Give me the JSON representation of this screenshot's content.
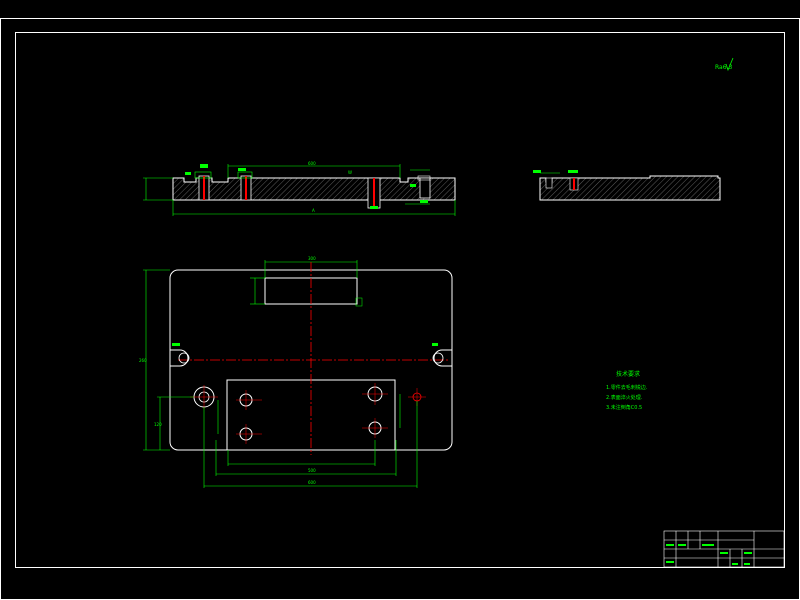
{
  "roughness": {
    "symbol_text": "Ra6.3"
  },
  "dimensions": {
    "top_view_top_length": "600",
    "top_view_overall_length": "A",
    "top_view_mid_label": "W",
    "plan_slot_width": "300",
    "plan_inner_width": "500",
    "plan_overall_width": "600",
    "plan_height": "260",
    "plan_inner_height": "120"
  },
  "tech_notes": {
    "title": "技术要求",
    "lines": [
      "1.零件去毛刺锐边.",
      "2.表面淬火处理.",
      "3.未注倒角C0.5"
    ]
  },
  "title_block": {
    "cells": [
      "",
      "",
      "",
      "",
      "",
      "",
      "",
      "",
      "",
      "",
      "",
      ""
    ]
  },
  "colors": {
    "background": "#000000",
    "frame": "#ffffff",
    "dimension": "#00ff00",
    "centerline": "#ff0000",
    "hatch": "#9a9a9a",
    "outline": "#ffffff"
  }
}
